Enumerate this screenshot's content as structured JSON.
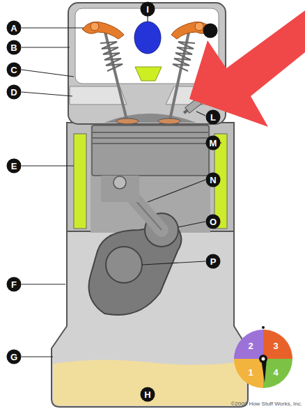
{
  "diagram": {
    "labels": [
      "A",
      "B",
      "C",
      "D",
      "E",
      "F",
      "G",
      "H",
      "I",
      "L",
      "M",
      "N",
      "O",
      "P",
      "1",
      "2",
      "3",
      "4",
      "©2000 How Stuff Works, Inc."
    ]
  }
}
